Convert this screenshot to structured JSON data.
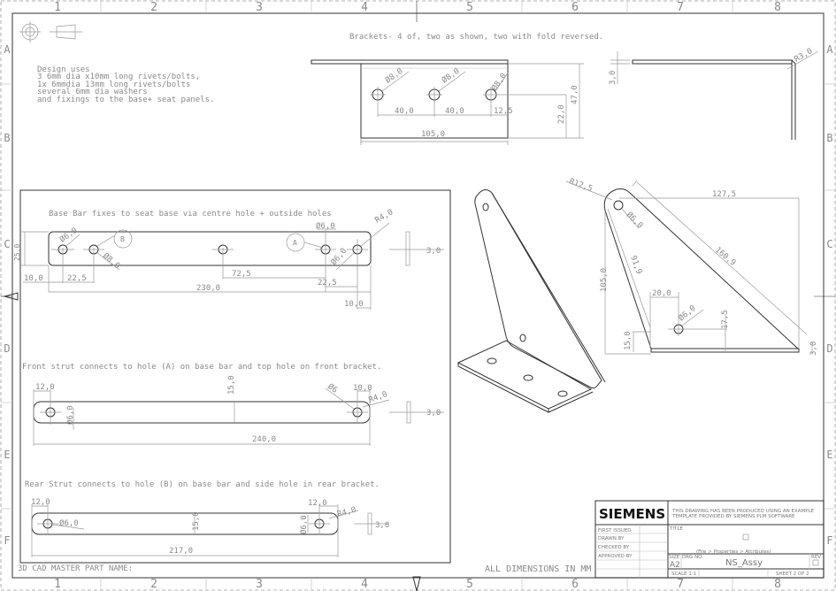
{
  "sheet": {
    "column_labels": [
      "1",
      "2",
      "3",
      "4",
      "5",
      "6",
      "7",
      "8"
    ],
    "row_labels": [
      "A",
      "B",
      "C",
      "D",
      "E",
      "F"
    ],
    "footer_note": "ALL DIMENSIONS IN MM",
    "cad_master_label": "3D CAD MASTER PART NAME:"
  },
  "notes": {
    "design_uses": [
      "Design uses",
      "3 6mm dia x10mm long rivets/bolts,",
      "1x 6mmdia 13mm long rivets/bolts",
      "several 6mm dia washers",
      "and fixings to the base+ seat panels."
    ],
    "brackets": "Brackets- 4 of, two as shown, two with fold reversed.",
    "base_bar": "Base Bar fixes to seat base via centre hole + outside holes",
    "front_strut": "Front strut connects to hole (A) on base bar and top hole on front bracket.",
    "rear_strut": "Rear Strut connects to hole (B) on base bar and side hole in rear bracket."
  },
  "bracket_view": {
    "hole_labels": [
      "Ø8,0",
      "Ø8,0",
      "Ø8,0"
    ],
    "dims": {
      "spacing1": "40,0",
      "spacing2": "40,0",
      "edge": "12,5",
      "width": "105,0",
      "height": "47,0",
      "hole_height": "22,0",
      "thickness": "3,0",
      "radius": "R3,0"
    }
  },
  "base_bar": {
    "dims": {
      "height": "25,0",
      "hole1": "Ø6,0",
      "holeB": "Ø8,0",
      "holeA": "Ø6,0",
      "hole5": "Ø6,0",
      "radius": "R4,0",
      "left_edge": "10,0",
      "left_spacing": "22,5",
      "center_offset": "72,5",
      "right_spacing": "22,5",
      "length": "230,0",
      "right_edge": "10,0",
      "thickness": "3,0"
    },
    "callouts": {
      "a": "A",
      "b": "B"
    }
  },
  "front_strut": {
    "dims": {
      "left_edge": "12,0",
      "hole_left": "Ø6,0",
      "width": "15,0",
      "hole_right": "Ø6",
      "right_edge": "10,0",
      "radius": "R4,0",
      "length": "240,0",
      "thickness": "3,0"
    }
  },
  "rear_strut": {
    "dims": {
      "left_edge": "12,0",
      "hole_left": "Ø6,0",
      "width": "15,0",
      "right_edge": "12,0",
      "hole_right": "Ø6,0",
      "radius": "R4,0",
      "length": "217,0",
      "thickness": "3,0"
    }
  },
  "triangle_bracket": {
    "dims": {
      "radius": "R12,5",
      "width": "127,5",
      "top_hole": "Ø6,0",
      "hypotenuse": "160,9",
      "side": "91,9",
      "height": "105,0",
      "hole_offset": "20,0",
      "side_hole": "Ø6,0",
      "hole_height": "17,5",
      "flange": "15,0",
      "thickness": "3,0"
    }
  },
  "title_block": {
    "brand": "SIEMENS",
    "disclaimer_line1": "THIS DRAWING HAS BEEN PRODUCED USING AN EXAMPLE",
    "disclaimer_line2": "TEMPLATE PROVIDED BY SIEMENS PLM SOFTWARE",
    "rows": [
      "FIRST ISSUED",
      "DRAWN BY",
      "CHECKED BY",
      "APPROVED BY"
    ],
    "title_label": "TITLE",
    "title_hint": "(File > Properties > Attributes)",
    "size_label": "SIZE",
    "size_value": "A2",
    "dwg_label": "DRG NO.",
    "dwg_value": "NS_Assy",
    "rev_label": "REV",
    "scale": "SCALE 1:1",
    "sheet": "SHEET 2 OF 2"
  }
}
